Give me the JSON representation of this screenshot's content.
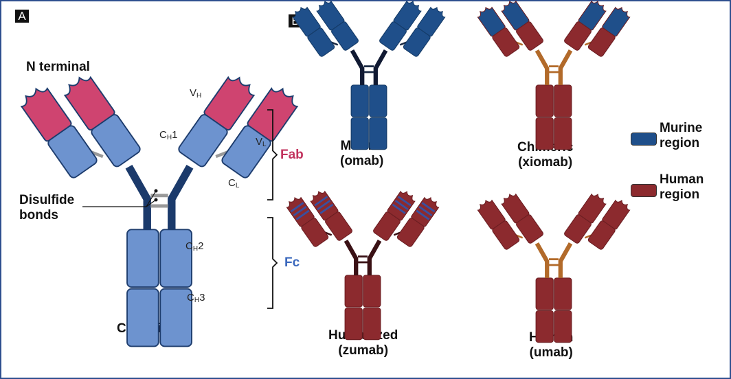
{
  "panels": {
    "a": {
      "tag": "A",
      "n_terminal": "N terminal",
      "c_terminal": "C terminal",
      "disulfide": [
        "Disulfide",
        "bonds"
      ],
      "domains": {
        "vh": {
          "main": "V",
          "sub": "H"
        },
        "vl": {
          "main": "V",
          "sub": "L"
        },
        "ch1": {
          "main": "C",
          "sub": "H",
          "suffix": "1"
        },
        "cl": {
          "main": "C",
          "sub": "L"
        },
        "ch2": {
          "main": "C",
          "sub": "H",
          "suffix": "2"
        },
        "ch3": {
          "main": "C",
          "sub": "H",
          "suffix": "3"
        }
      },
      "fab_label": "Fab",
      "fc_label": "Fc",
      "colors": {
        "variable": "#cf4470",
        "constant": "#6d93cf",
        "hinge": "#1b3a6b",
        "fab_text": "#c2335e",
        "fc_text": "#3b68bd"
      }
    },
    "b": {
      "tag": "B",
      "antibodies": [
        {
          "name": "Murine",
          "suffix": "(omab)",
          "type": "murine"
        },
        {
          "name": "Chimeric",
          "suffix": "(xiomab)",
          "type": "chimeric"
        },
        {
          "name": "Humanized",
          "suffix": "(zumab)",
          "type": "humanized"
        },
        {
          "name": "Human",
          "suffix": "(umab)",
          "type": "human"
        }
      ],
      "legend": [
        {
          "label": [
            "Murine",
            "region"
          ],
          "color": "#1f4f8a"
        },
        {
          "label": [
            "Human",
            "region"
          ],
          "color": "#8c2a2e"
        }
      ]
    }
  }
}
